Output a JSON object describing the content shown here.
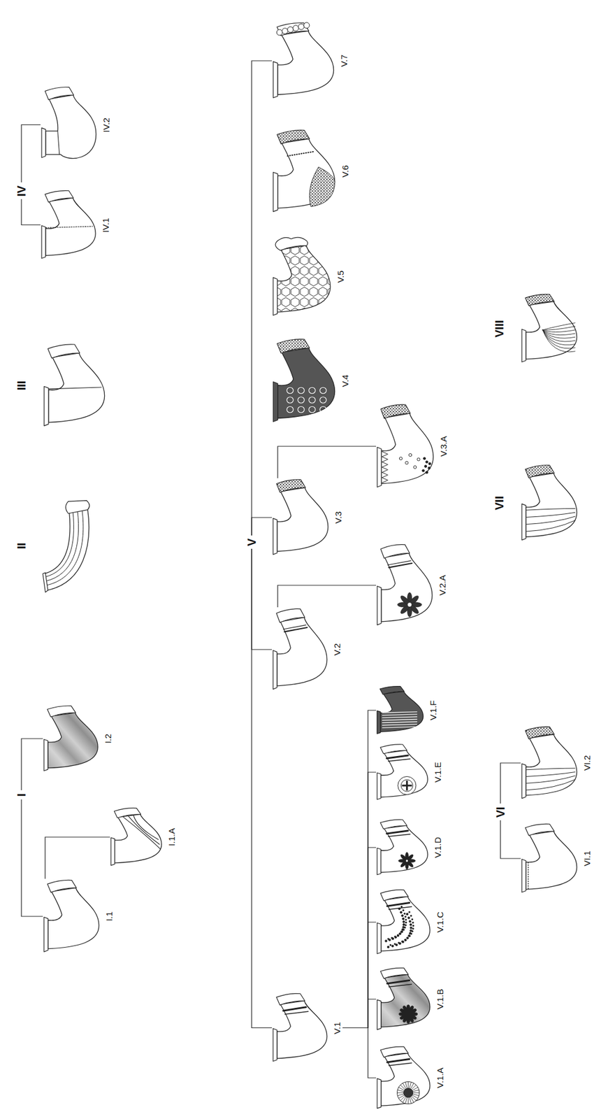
{
  "diagram": {
    "nodes": [
      {
        "text": [
          "I"
        ]
      },
      {
        "text": [
          "I.1"
        ]
      },
      {
        "text": [
          "I.1.A"
        ]
      },
      {
        "text": [
          "I.2"
        ]
      },
      {
        "text": [
          "II"
        ]
      },
      {
        "text": [
          "III"
        ]
      },
      {
        "text": [
          "IV"
        ]
      },
      {
        "text": [
          "IV.1"
        ]
      },
      {
        "text": [
          "IV.2"
        ]
      },
      {
        "text": [
          "V"
        ]
      },
      {
        "text": [
          "V.1"
        ]
      },
      {
        "text": [
          "V.1.A"
        ]
      },
      {
        "text": [
          "V.1.B"
        ]
      },
      {
        "text": [
          "V.1.C"
        ]
      },
      {
        "text": [
          "V.1.D"
        ]
      },
      {
        "text": [
          "V.1.E"
        ]
      },
      {
        "text": [
          "V.1.F"
        ]
      },
      {
        "text": [
          "V.2"
        ]
      },
      {
        "text": [
          "V.2.A"
        ]
      },
      {
        "text": [
          "V.3"
        ]
      },
      {
        "text": [
          "V.3.A"
        ]
      },
      {
        "text": [
          "V.4"
        ]
      },
      {
        "text": [
          "V.5"
        ]
      },
      {
        "text": [
          "V.6"
        ]
      },
      {
        "text": [
          "V.7"
        ]
      },
      {
        "text": [
          "VI"
        ]
      },
      {
        "text": [
          "VI.1"
        ]
      },
      {
        "text": [
          "VI.2"
        ]
      },
      {
        "text": [
          "VII"
        ]
      },
      {
        "text": [
          "VIII"
        ]
      }
    ],
    "edges": [
      {
        "from": 0,
        "to": 1,
        "arrow": "none"
      },
      {
        "from": 0,
        "to": 3,
        "arrow": "none"
      },
      {
        "from": 1,
        "to": 2,
        "arrow": "none"
      },
      {
        "from": 6,
        "to": 7,
        "arrow": "none"
      },
      {
        "from": 6,
        "to": 8,
        "arrow": "none"
      },
      {
        "from": 9,
        "to": 10,
        "arrow": "none"
      },
      {
        "from": 9,
        "to": 17,
        "arrow": "none"
      },
      {
        "from": 9,
        "to": 19,
        "arrow": "none"
      },
      {
        "from": 9,
        "to": 24,
        "arrow": "none"
      },
      {
        "from": 10,
        "to": 11,
        "arrow": "none"
      },
      {
        "from": 10,
        "to": 12,
        "arrow": "none"
      },
      {
        "from": 10,
        "to": 13,
        "arrow": "none"
      },
      {
        "from": 10,
        "to": 14,
        "arrow": "none"
      },
      {
        "from": 10,
        "to": 15,
        "arrow": "none"
      },
      {
        "from": 10,
        "to": 16,
        "arrow": "none"
      },
      {
        "from": 17,
        "to": 18,
        "arrow": "none"
      },
      {
        "from": 19,
        "to": 20,
        "arrow": "none"
      },
      {
        "from": 25,
        "to": 26,
        "arrow": "none"
      },
      {
        "from": 25,
        "to": 27,
        "arrow": "none"
      }
    ]
  }
}
